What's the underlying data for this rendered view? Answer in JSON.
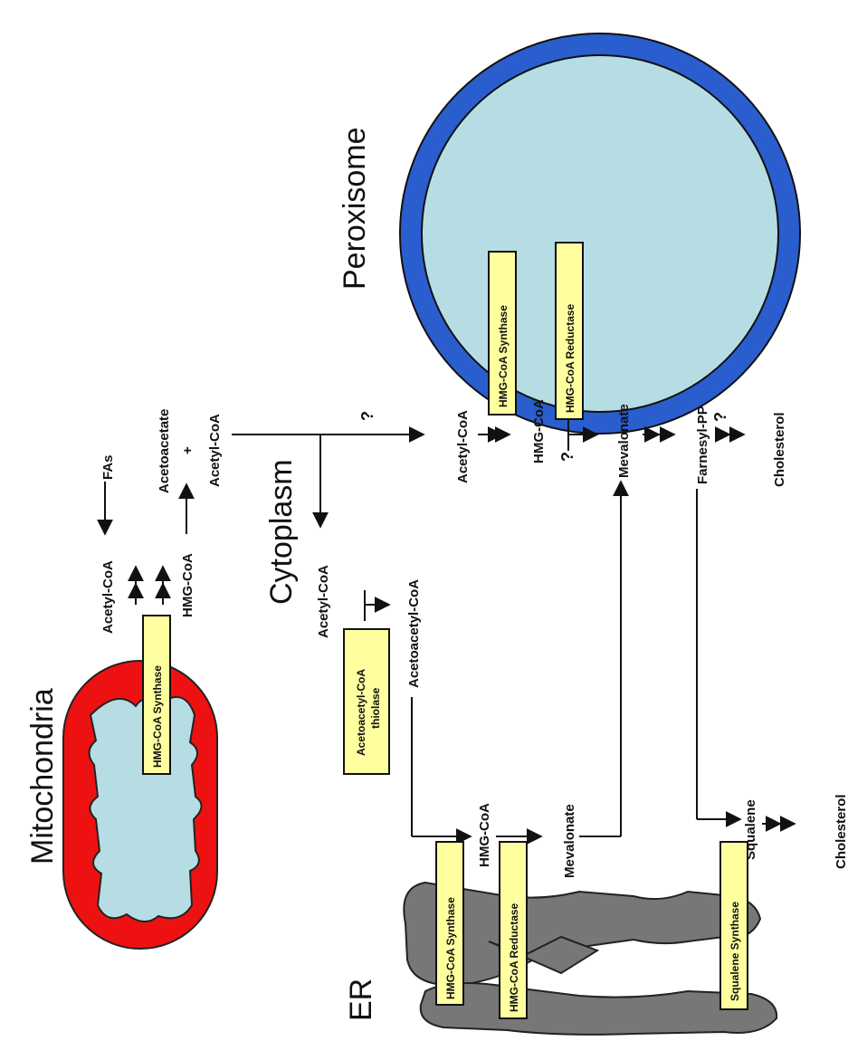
{
  "organelles": {
    "mitochondria": "Mitochondria",
    "cytoplasm": "Cytoplasm",
    "peroxisome": "Peroxisome",
    "er": "ER"
  },
  "metabolites": {
    "mito_acetyl_coa": "Acetyl-CoA",
    "mito_hmg_coa": "HMG-CoA",
    "fas": "FAs",
    "acetoacetate": "Acetoacetate",
    "plus": "+",
    "mito_out_acetyl_coa": "Acetyl-CoA",
    "cyto_acetyl_coa": "Acetyl-CoA",
    "acetoacetyl_coa": "Acetoacetyl-CoA",
    "er_hmg_coa": "HMG-CoA",
    "er_mevalonate": "Mevalonate",
    "squalene": "Squalene",
    "er_cholesterol": "Cholesterol",
    "perox_acetyl_coa": "Acetyl-CoA",
    "perox_hmg_coa": "HMG-CoA",
    "perox_mevalonate": "Mevalonate",
    "farnesyl_pp": "Farnesyl-PP",
    "perox_cholesterol": "Cholesterol"
  },
  "unknowns": {
    "q1": "?",
    "q2": "?",
    "q3": "?"
  },
  "enzymes": {
    "mito_hmgcs": "HMG-CoA Synthase",
    "thiolase_line1": "Acetoacetyl-CoA",
    "thiolase_line2": "thiolase",
    "er_hmgcs": "HMG-CoA Synthase",
    "er_hmgcr": "HMG-CoA Reductase",
    "squalene_synthase": "Squalene Synthase",
    "perox_hmgcs": "HMG-CoA Synthase",
    "perox_hmgcr": "HMG-CoA Reductase"
  },
  "colors": {
    "mito_outer": "#ee1111",
    "mito_inner": "#b7dde4",
    "perox_ring": "#2a5ecf",
    "perox_fill": "#b7dde4",
    "er": "#777777",
    "enzyme_box": "#ffffa0"
  }
}
